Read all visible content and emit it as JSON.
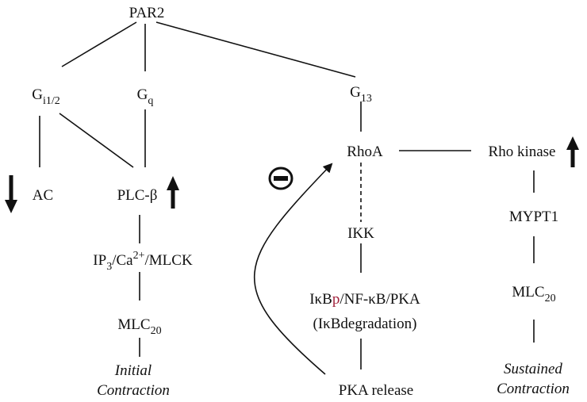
{
  "nodes": {
    "par2": "PAR2",
    "gi": {
      "base": "G",
      "sub": "i1/2"
    },
    "gq": {
      "base": "G",
      "sub": "q"
    },
    "g13": {
      "base": "G",
      "sub": "13"
    },
    "ac": "AC",
    "plc": "PLC-β",
    "rhoa": "RhoA",
    "rho_kinase": "Rho kinase",
    "ip3": {
      "a": "IP",
      "a_sub": "3",
      "b": "/Ca",
      "b_sup": "2+",
      "c": "/MLCK"
    },
    "mlc20_left": {
      "base": "MLC",
      "sub": "20"
    },
    "initial": [
      "Initial",
      "Contraction"
    ],
    "ikk": "IKK",
    "ikb": {
      "a": "IκB",
      "p": "p",
      "c": "/NF-κB/PKA"
    },
    "ikb_deg": "(IκBdegradation)",
    "pka_release": "PKA release",
    "mypt1": "MYPT1",
    "mlc20_right": {
      "base": "MLC",
      "sub": "20"
    },
    "sustained": [
      "Sustained",
      "Contraction"
    ]
  },
  "colors": {
    "line": "#111111",
    "phospho": "#a0203a"
  },
  "icons": {
    "down_arrow": "down-arrow-icon",
    "up_arrow": "up-arrow-icon",
    "inhibit": "minus-circle-icon"
  }
}
